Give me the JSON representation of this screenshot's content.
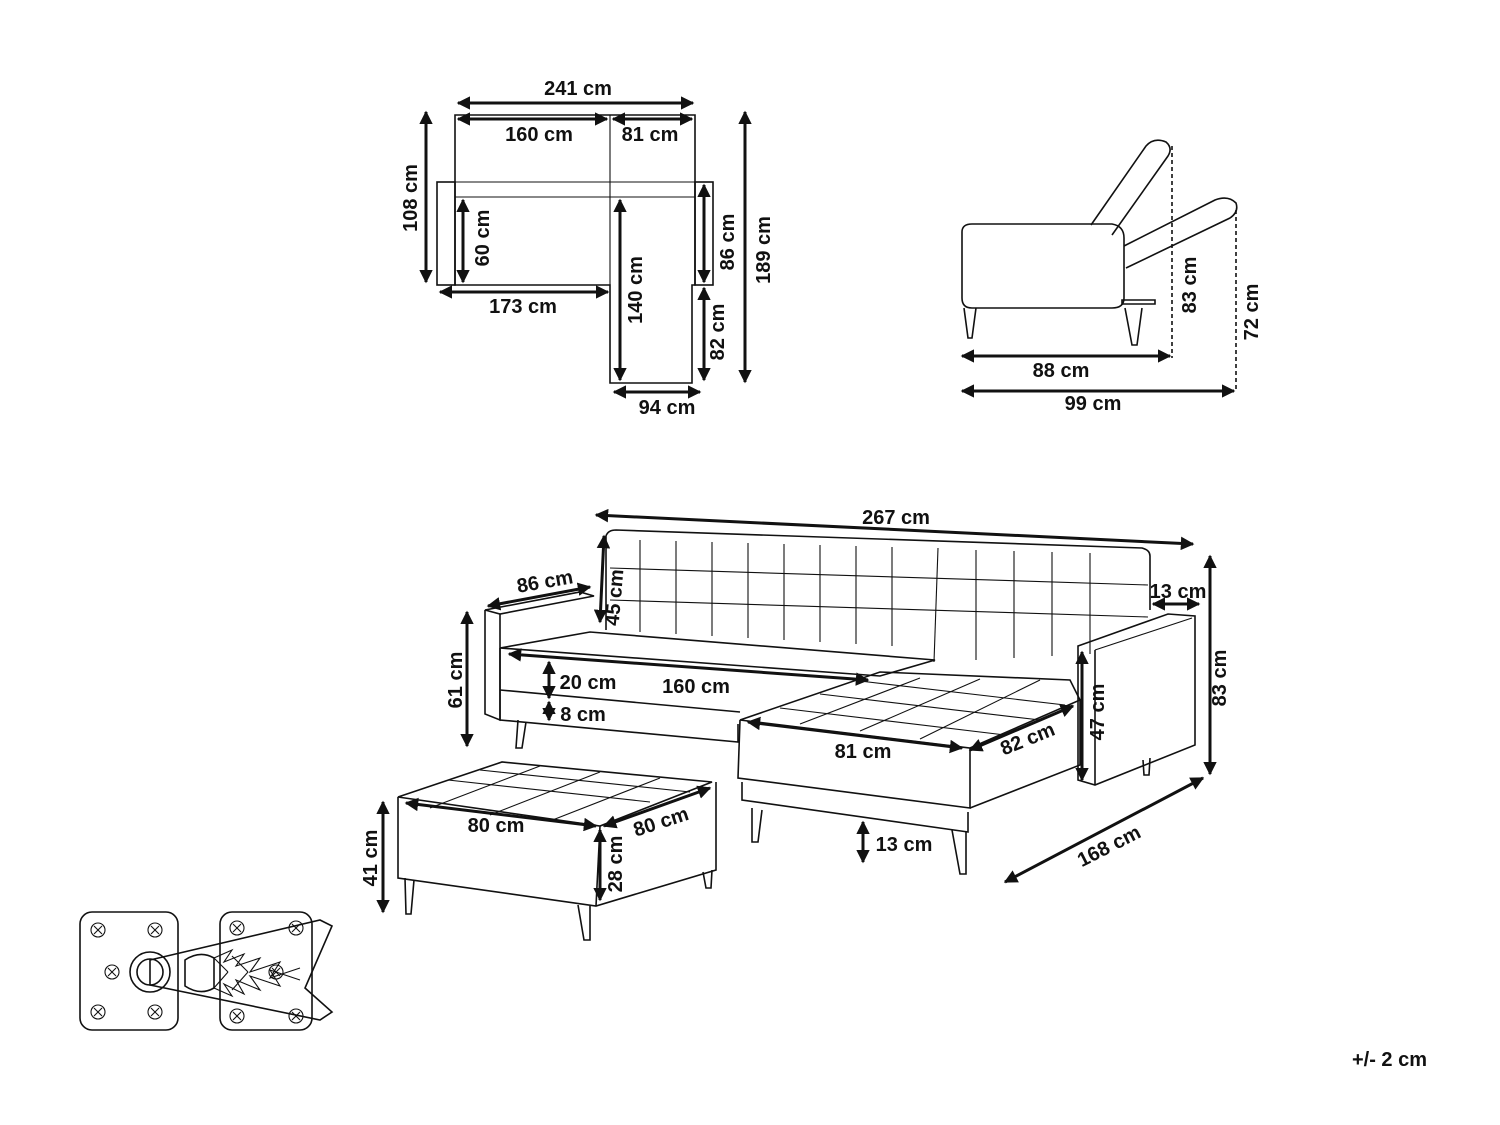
{
  "top_view": {
    "total_width": "241 cm",
    "sofa_width": "160 cm",
    "chaise_width": "81 cm",
    "depth": "108 cm",
    "seat_depth": "60 cm",
    "seat_width": "173 cm",
    "chaise_length": "140 cm",
    "arm_depth": "86 cm",
    "chaise_extra": "82 cm",
    "total_depth": "189 cm",
    "chaise_total_width": "94 cm"
  },
  "side_view": {
    "depth": "88 cm",
    "reclined_depth": "99 cm",
    "height": "83 cm",
    "reclined_height": "72 cm"
  },
  "front_view": {
    "total_width": "267 cm",
    "arm_length": "86 cm",
    "back_height": "45 cm",
    "arm_height": "61 cm",
    "cushion_height": "20 cm",
    "seat_width": "160 cm",
    "base_height": "8 cm",
    "arm_width": "13 cm",
    "total_height": "83 cm",
    "arm_inner_height": "47 cm",
    "chaise_width": "81 cm",
    "chaise_depth": "82 cm",
    "leg_height": "13 cm",
    "total_depth": "168 cm"
  },
  "ottoman": {
    "width": "80 cm",
    "depth": "80 cm",
    "height": "41 cm",
    "body_height": "28 cm"
  },
  "tolerance": "+/- 2 cm"
}
